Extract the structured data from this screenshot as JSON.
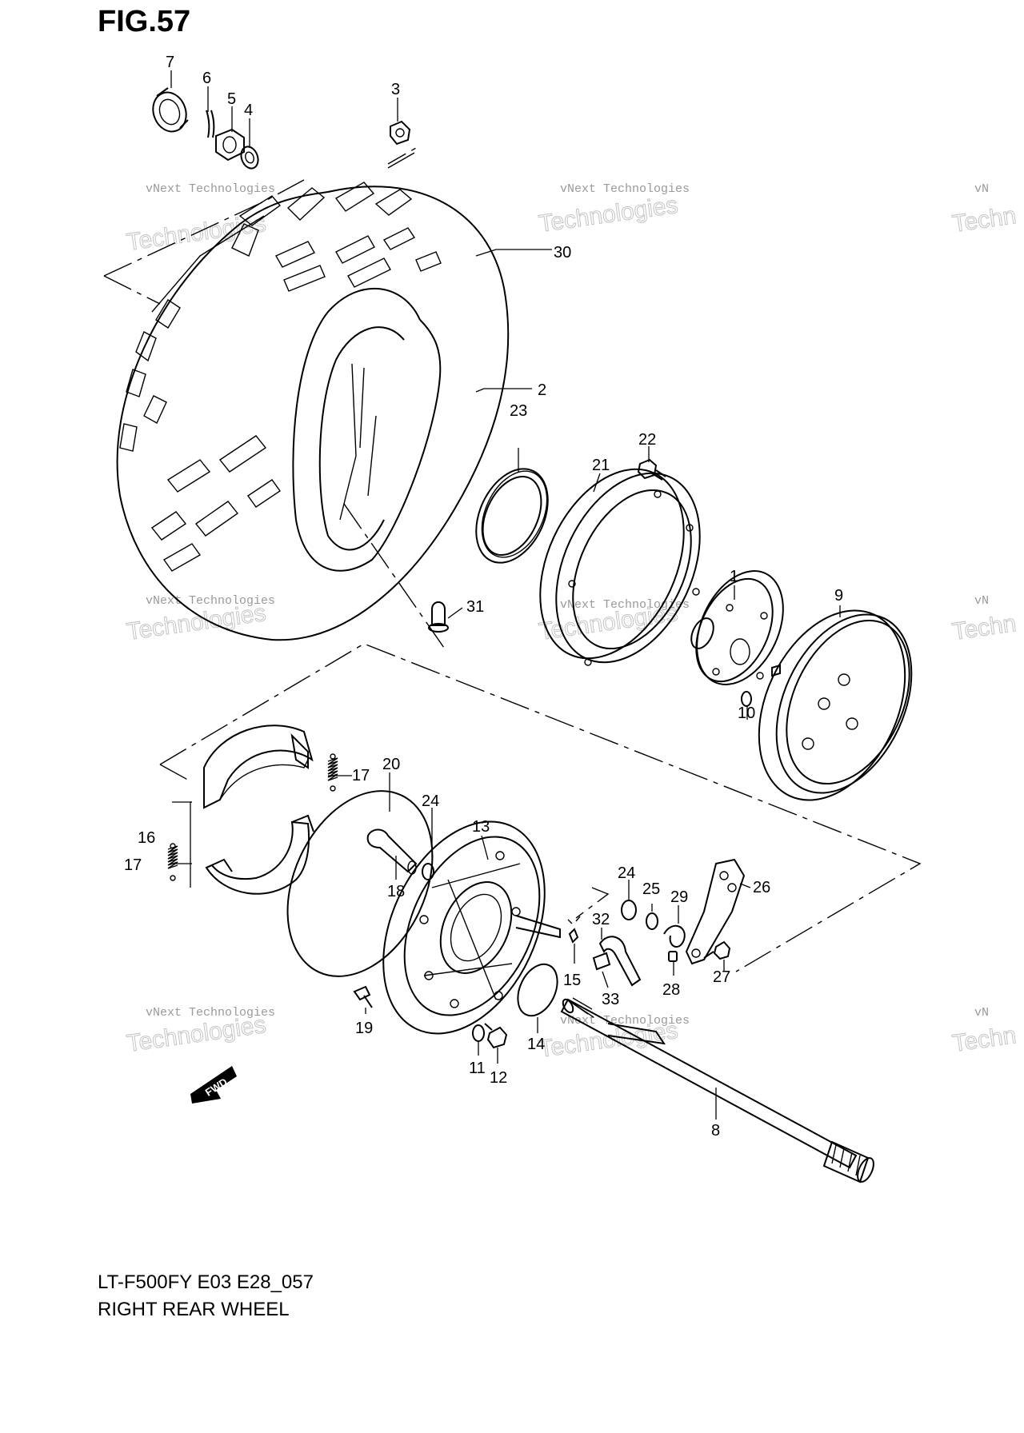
{
  "figure": {
    "title": "FIG.57",
    "model_code": "LT-F500FY E03 E28_057",
    "section_title": "RIGHT REAR WHEEL"
  },
  "watermark": {
    "small_text": "vNext Technologies",
    "big_text": "Technologies",
    "small_fragment": "vN",
    "big_fragment": "Techn"
  },
  "fwd_label": "FWD",
  "callouts": [
    {
      "id": "c1",
      "label": "1"
    },
    {
      "id": "c2",
      "label": "2"
    },
    {
      "id": "c3",
      "label": "3"
    },
    {
      "id": "c4",
      "label": "4"
    },
    {
      "id": "c5",
      "label": "5"
    },
    {
      "id": "c6",
      "label": "6"
    },
    {
      "id": "c7",
      "label": "7"
    },
    {
      "id": "c8",
      "label": "8"
    },
    {
      "id": "c9",
      "label": "9"
    },
    {
      "id": "c10",
      "label": "10"
    },
    {
      "id": "c11",
      "label": "11"
    },
    {
      "id": "c12",
      "label": "12"
    },
    {
      "id": "c13",
      "label": "13"
    },
    {
      "id": "c14",
      "label": "14"
    },
    {
      "id": "c15",
      "label": "15"
    },
    {
      "id": "c16",
      "label": "16"
    },
    {
      "id": "c17a",
      "label": "17"
    },
    {
      "id": "c17b",
      "label": "17"
    },
    {
      "id": "c18",
      "label": "18"
    },
    {
      "id": "c19",
      "label": "19"
    },
    {
      "id": "c20",
      "label": "20"
    },
    {
      "id": "c21",
      "label": "21"
    },
    {
      "id": "c22",
      "label": "22"
    },
    {
      "id": "c23",
      "label": "23"
    },
    {
      "id": "c24a",
      "label": "24"
    },
    {
      "id": "c24b",
      "label": "24"
    },
    {
      "id": "c25",
      "label": "25"
    },
    {
      "id": "c26",
      "label": "26"
    },
    {
      "id": "c27",
      "label": "27"
    },
    {
      "id": "c28",
      "label": "28"
    },
    {
      "id": "c29",
      "label": "29"
    },
    {
      "id": "c30",
      "label": "30"
    },
    {
      "id": "c31",
      "label": "31"
    },
    {
      "id": "c32",
      "label": "32"
    },
    {
      "id": "c33",
      "label": "33"
    }
  ]
}
